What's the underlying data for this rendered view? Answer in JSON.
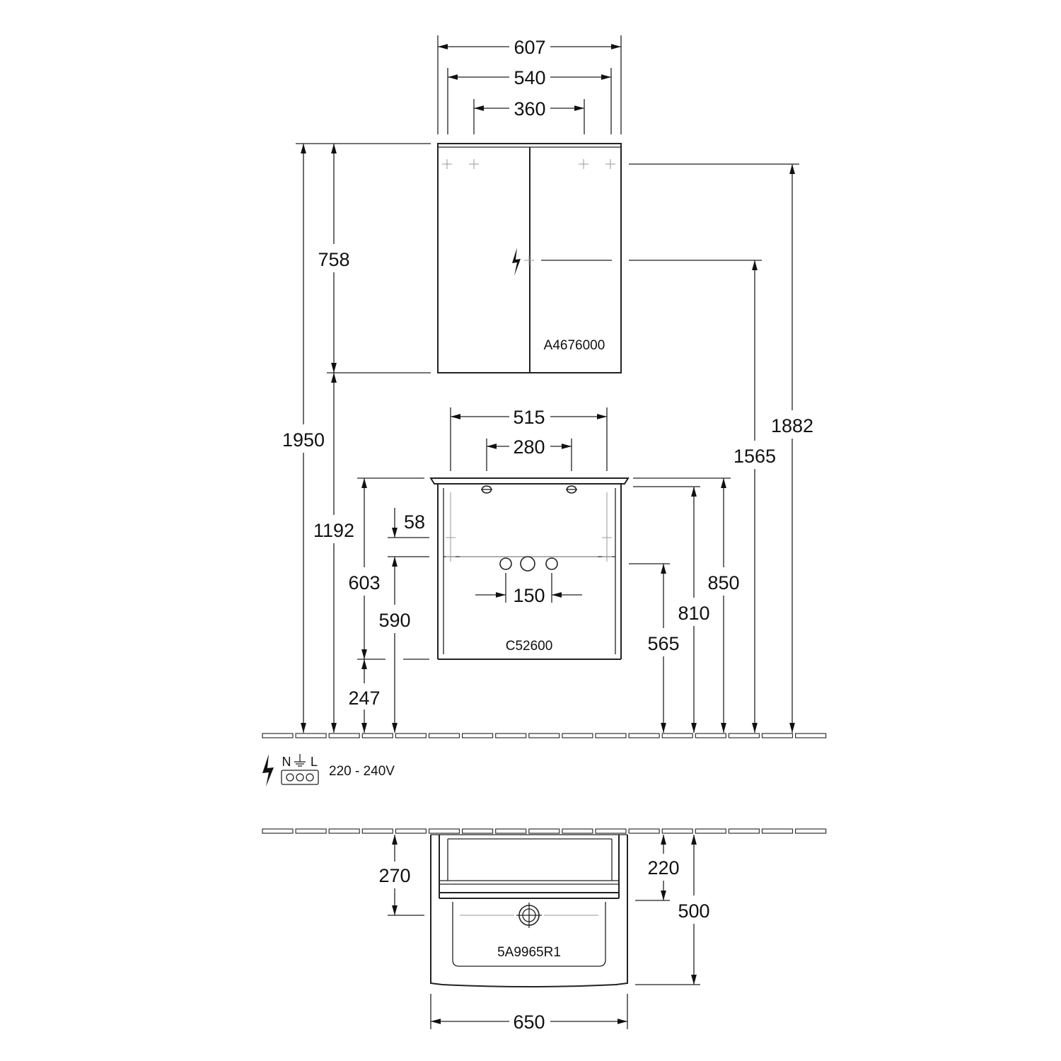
{
  "products": {
    "mirror_cabinet": "A4676000",
    "vanity_unit": "C52600",
    "washbasin": "5A9965R1"
  },
  "electrical": {
    "terminals": [
      "N",
      "⏚",
      "L"
    ],
    "voltage": "220 - 240V"
  },
  "dimensions": {
    "mirror_width_total": "607",
    "mirror_width_inner": "540",
    "mirror_width_light": "360",
    "mirror_height": "758",
    "mirror_top_height": "1950",
    "mirror_bottom_height": "1192",
    "mirror_light_height": "1882",
    "socket_height": "1565",
    "basin_width": "515",
    "basin_holes": "280",
    "top_offset": "58",
    "unit_height": "603",
    "drain_height": "590",
    "floor_gap": "247",
    "tap_spacing": "150",
    "outlet_height": "565",
    "unit_top_height": "810",
    "basin_top_height": "850",
    "depth_unit": "270",
    "depth_drawer": "220",
    "depth_total": "500",
    "width_total": "650"
  }
}
